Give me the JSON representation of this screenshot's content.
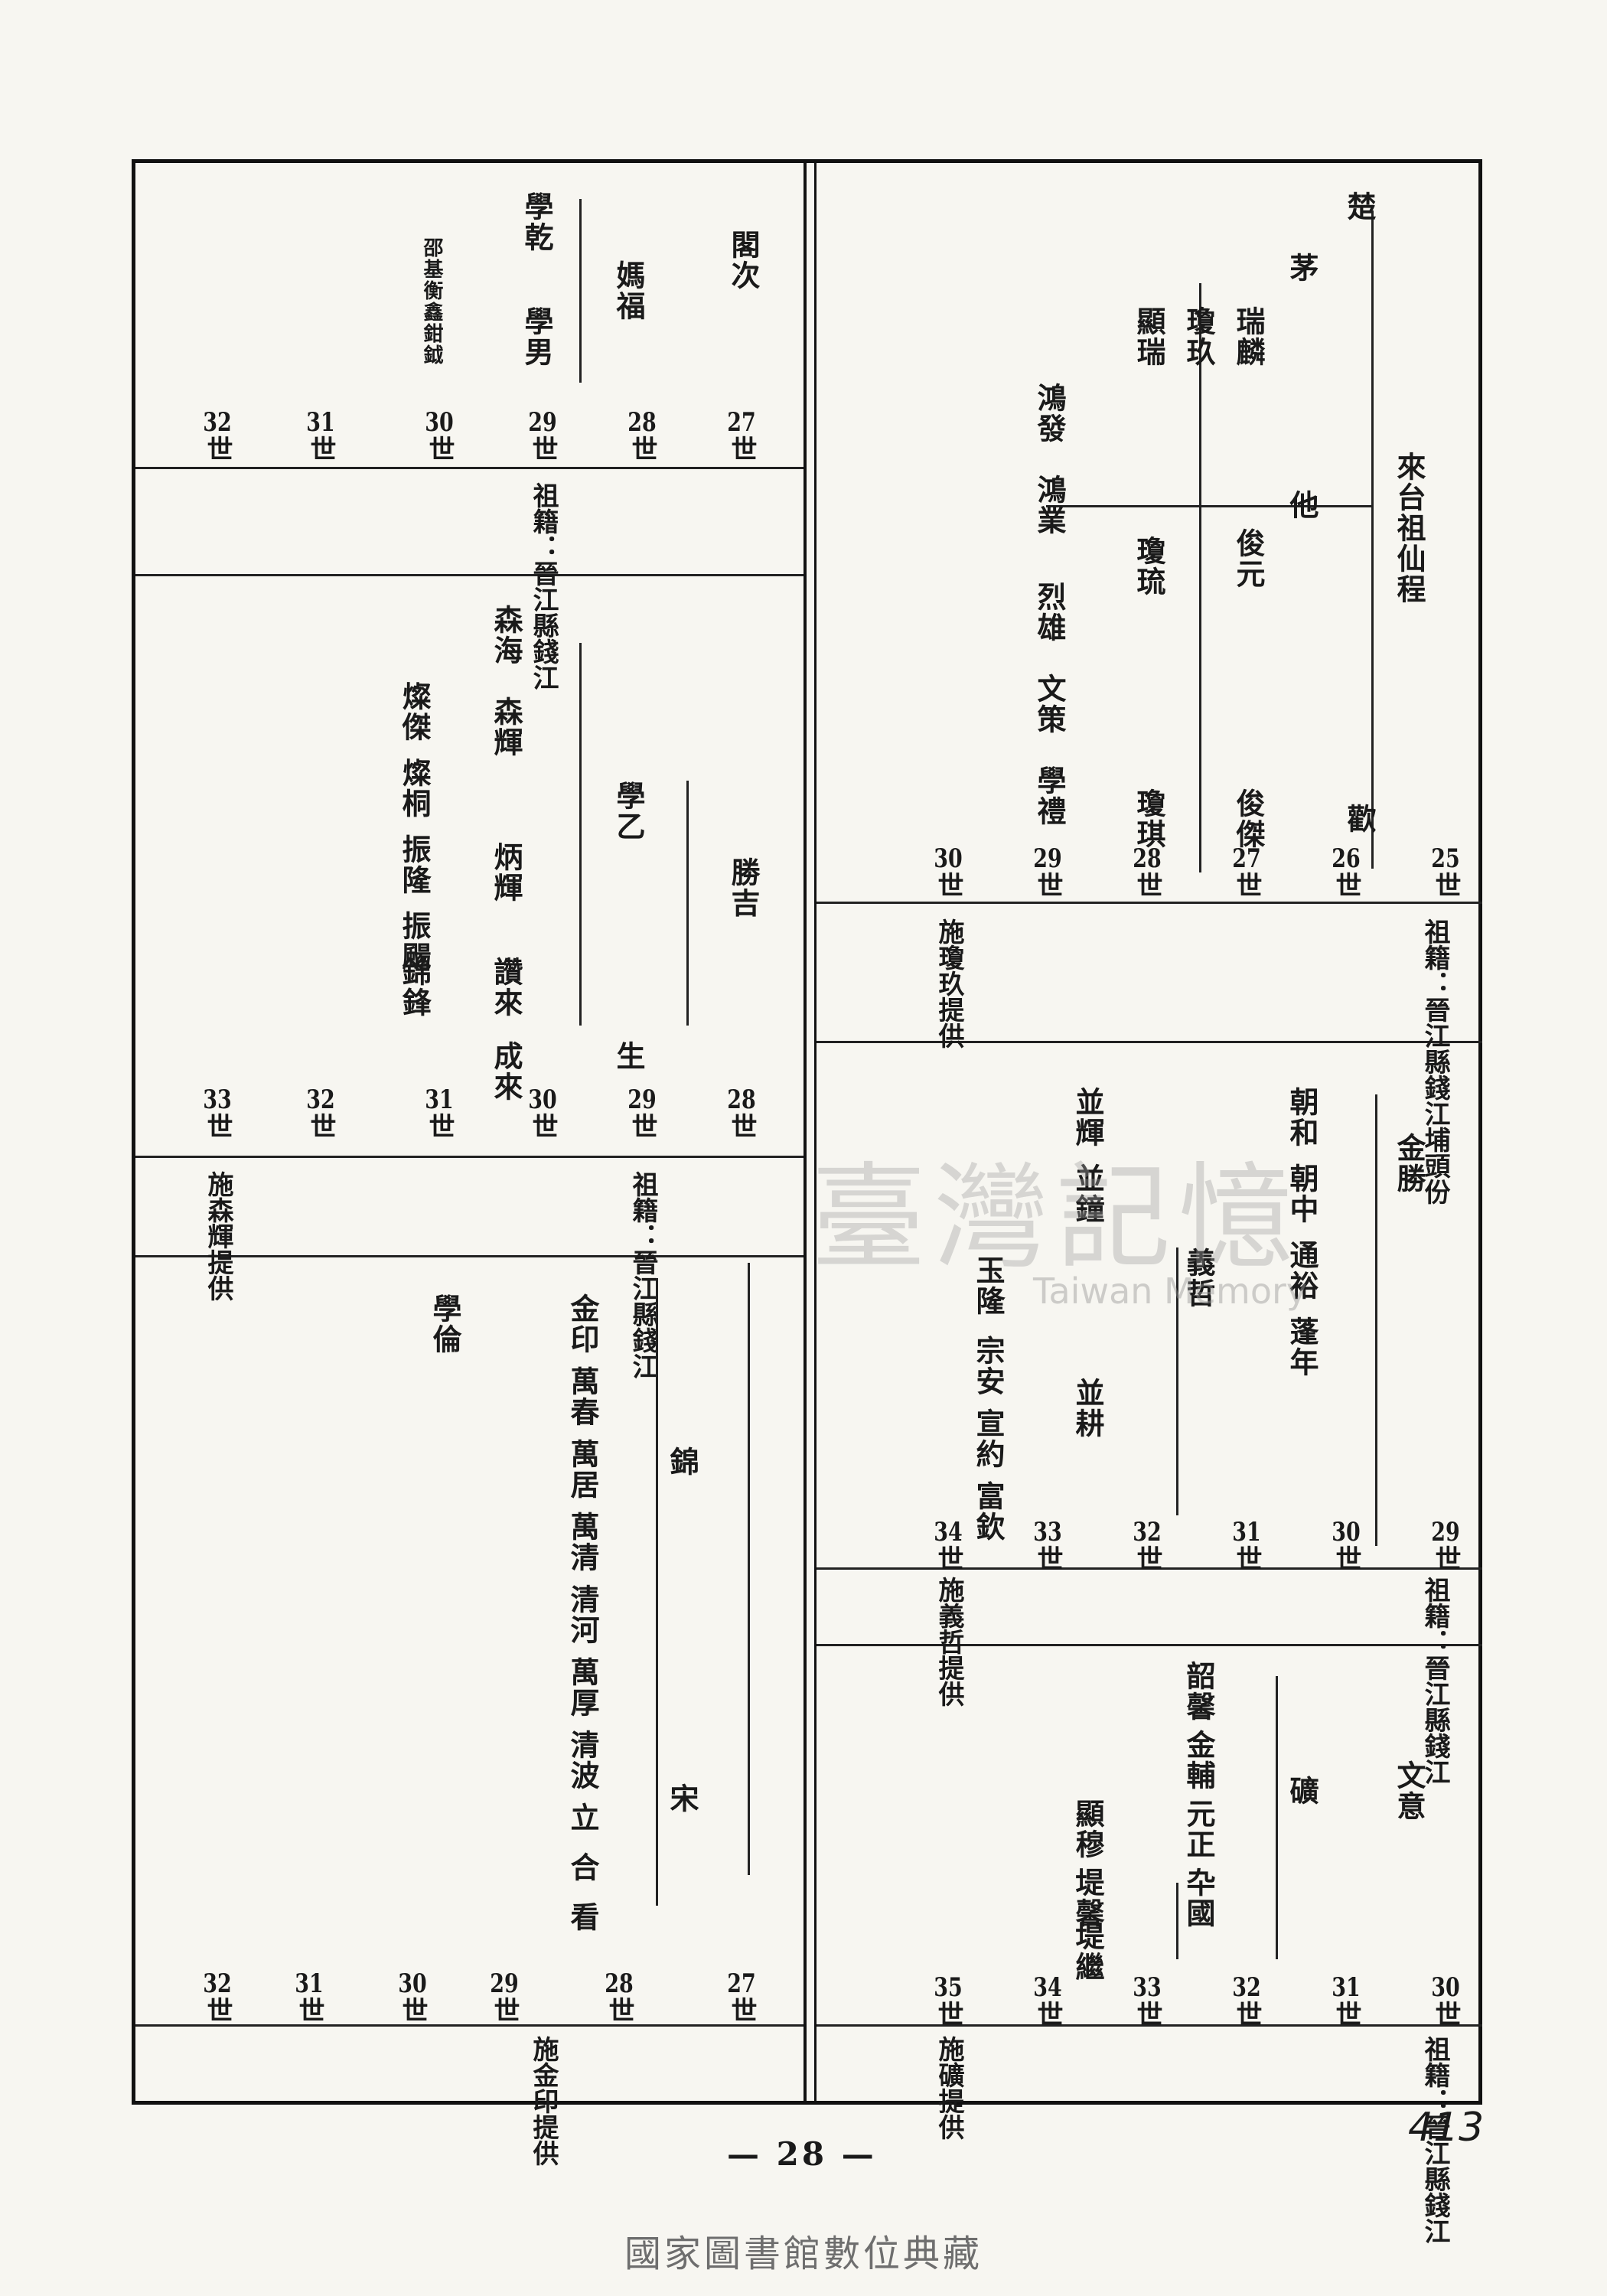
{
  "page_number": "— 28 —",
  "handwritten_number": "413",
  "footer": "國家圖書館數位典藏",
  "watermark": {
    "cn": "臺灣記憶",
    "en": "Taiwan Memory"
  },
  "gens": {
    "g25": "25",
    "g26": "26",
    "g27": "27",
    "g28": "28",
    "g29": "29",
    "g30": "30",
    "g31": "31",
    "g32": "32",
    "g33": "33",
    "g34": "34",
    "g35": "35",
    "shi": "世"
  },
  "sections": {
    "a": {
      "ancestor": "來台祖仙程",
      "names": [
        "楚",
        "茅",
        "瑞麟",
        "瓊玖",
        "顯瑞",
        "鴻發",
        "鴻業",
        "他",
        "俊元",
        "瓊琉",
        "烈雄",
        "文策",
        "學禮",
        "俊傑",
        "瓊琪",
        "歡"
      ],
      "origin": "祖籍：晉江縣錢江埔頭份",
      "provider": "施瓊玖提供"
    },
    "b": {
      "names": [
        "金勝",
        "朝和",
        "朝中",
        "並輝",
        "通裕",
        "並鐘",
        "蓬年",
        "義哲",
        "玉隆",
        "並耕",
        "宗安",
        "宣約",
        "富欽"
      ],
      "origin": "祖籍：晉江縣錢江",
      "provider": "施義哲提供"
    },
    "c": {
      "names": [
        "文意",
        "礦",
        "韶馨",
        "金輔",
        "元正",
        "顯穆",
        "卆國",
        "堤馨",
        "堤繼"
      ],
      "origin": "祖籍：晉江縣錢江",
      "provider": "施礦提供"
    },
    "d": {
      "names": [
        "閣次",
        "媽福",
        "學男",
        "學乾",
        "邵基衡鑫鉗鉞"
      ],
      "origin": "祖籍：晉江縣錢江"
    },
    "e": {
      "names": [
        "勝吉",
        "學乙",
        "森海",
        "森輝",
        "燦傑",
        "燦桐",
        "炳輝",
        "振隆",
        "振颺",
        "讚來",
        "錦鋒",
        "生",
        "成來"
      ],
      "origin": "祖籍：晉江縣錢江",
      "provider": "施森輝提供"
    },
    "f": {
      "names": [
        "錦",
        "金印",
        "學倫",
        "萬春",
        "萬居",
        "萬清",
        "清河",
        "萬厚",
        "宋",
        "清波",
        "立",
        "合",
        "看"
      ],
      "provider": "施金印提供"
    }
  }
}
